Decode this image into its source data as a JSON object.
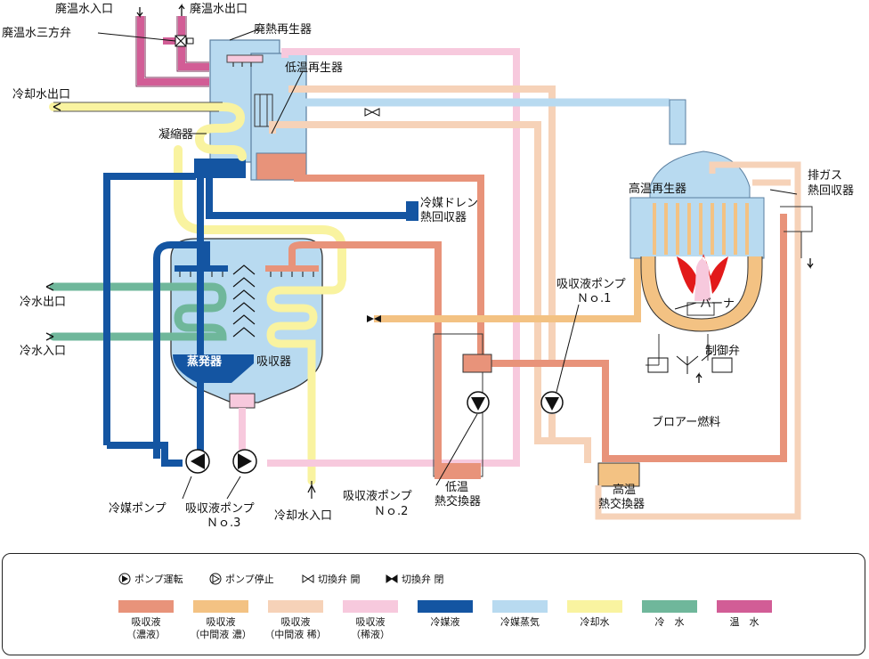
{
  "labels": {
    "waste_hot_in": "廃温水入口",
    "waste_hot_out": "廃温水出口",
    "three_way_valve": "廃温水三方弁",
    "waste_heat_regen": "廃熱再生器",
    "low_temp_regen": "低温再生器",
    "cooling_water_out": "冷却水出口",
    "condenser": "凝縮器",
    "refrigerant_drain_1": "冷媒ドレン",
    "refrigerant_drain_2": "熱回収器",
    "chilled_out": "冷水出口",
    "chilled_in": "冷水入口",
    "evaporator": "蒸発器",
    "absorber": "吸収器",
    "refrigerant_pump": "冷媒ポンプ",
    "abs_pump3_1": "吸収液ポンプ",
    "abs_pump3_2": "Ｎｏ.3",
    "cooling_water_in": "冷却水入口",
    "abs_pump2_1": "吸収液ポンプ",
    "abs_pump2_2": "Ｎｏ.2",
    "low_hx_1": "低温",
    "low_hx_2": "熱交換器",
    "abs_pump1_1": "吸収液ポンプ",
    "abs_pump1_2": "Ｎｏ.1",
    "high_hx_1": "高温",
    "high_hx_2": "熱交換器",
    "high_temp_regen": "高温再生器",
    "exhaust_1": "排ガス",
    "exhaust_2": "熱回収器",
    "burner": "バーナ",
    "control_valve": "制御弁",
    "blower_fuel": "ブロアー燃料"
  },
  "legend": {
    "pump_on": "ポンプ運転",
    "pump_off": "ポンプ停止",
    "valve_open": "切換弁 開",
    "valve_closed": "切換弁 閉",
    "colors": [
      {
        "label": "吸収液\n（濃液）",
        "color": "#e8937a"
      },
      {
        "label": "吸収液\n（中間液 濃）",
        "color": "#f3c283"
      },
      {
        "label": "吸収液\n（中間液 稀）",
        "color": "#f6d2b8"
      },
      {
        "label": "吸収液\n（稀液）",
        "color": "#f7c9dd"
      },
      {
        "label": "冷媒液",
        "color": "#1455a2"
      },
      {
        "label": "冷媒蒸気",
        "color": "#b8daf0"
      },
      {
        "label": "冷却水",
        "color": "#f9f3a0"
      },
      {
        "label": "冷　水",
        "color": "#6fb79b"
      },
      {
        "label": "温　水",
        "color": "#d25d96"
      }
    ]
  }
}
